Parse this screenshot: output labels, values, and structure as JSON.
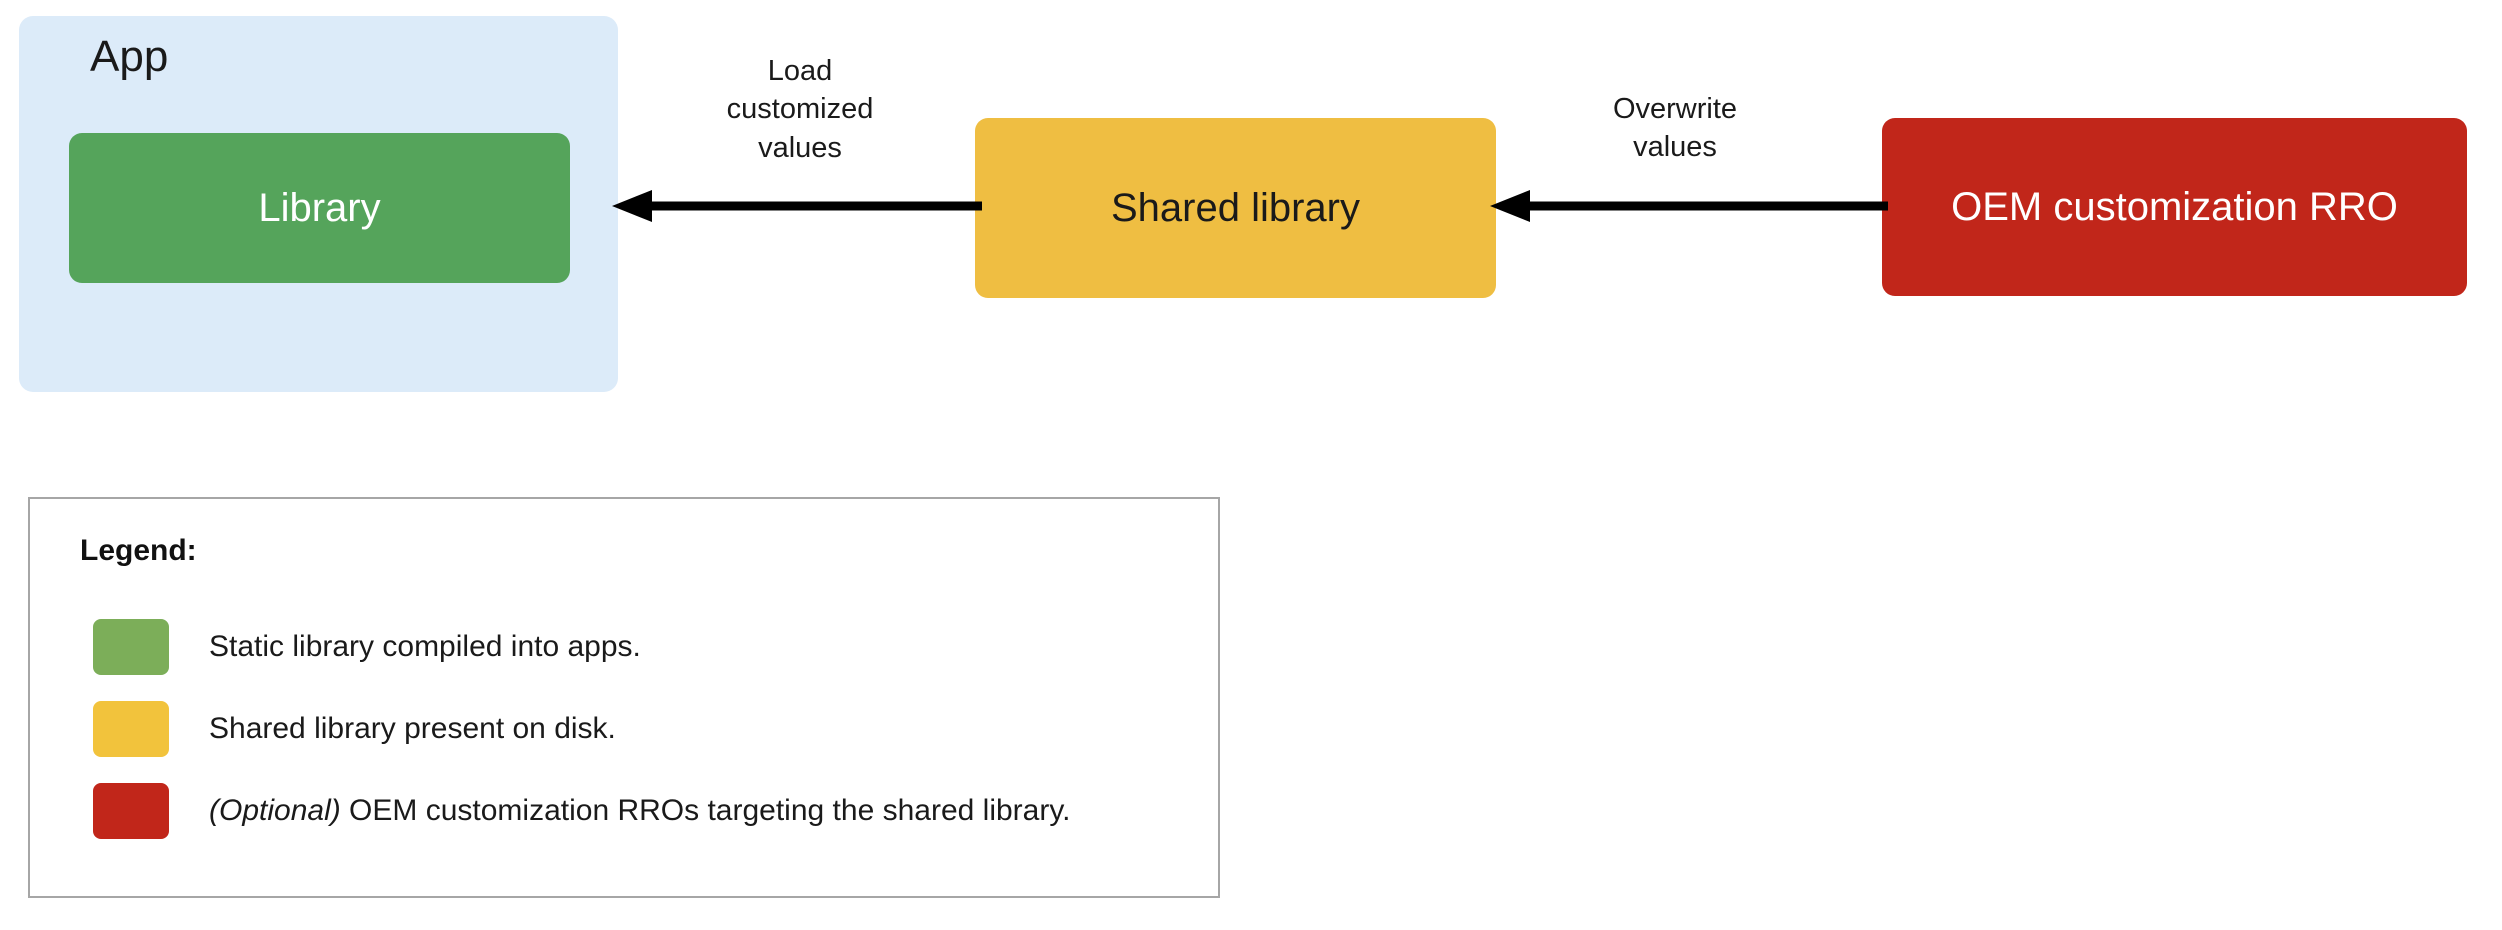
{
  "diagram": {
    "app_container": {
      "label": "App",
      "color": "#dcebf9"
    },
    "nodes": [
      {
        "id": "library",
        "label": "Library",
        "color": "#55a45b",
        "text_color": "#ffffff"
      },
      {
        "id": "shared-library",
        "label": "Shared library",
        "color": "#efbe42",
        "text_color": "#1a1a1a"
      },
      {
        "id": "oem-rro",
        "label": "OEM customization RRO",
        "color": "#c1261a",
        "text_color": "#ffffff"
      }
    ],
    "edges": [
      {
        "id": "load",
        "label": "Load\ncustomized\nvalues",
        "from": "shared-library",
        "to": "library",
        "direction": "left"
      },
      {
        "id": "overwrite",
        "label": "Overwrite\nvalues",
        "from": "oem-rro",
        "to": "shared-library",
        "direction": "left"
      }
    ]
  },
  "legend": {
    "title": "Legend:",
    "border_color": "#a6a6a6",
    "items": [
      {
        "swatch_color": "#7cae59",
        "optional_prefix": "",
        "text": "Static library compiled into apps."
      },
      {
        "swatch_color": "#f2c33c",
        "optional_prefix": "",
        "text": "Shared library present on disk."
      },
      {
        "swatch_color": "#c1261a",
        "optional_prefix": "(Optional)",
        "text": " OEM customization RROs targeting the shared library."
      }
    ]
  }
}
